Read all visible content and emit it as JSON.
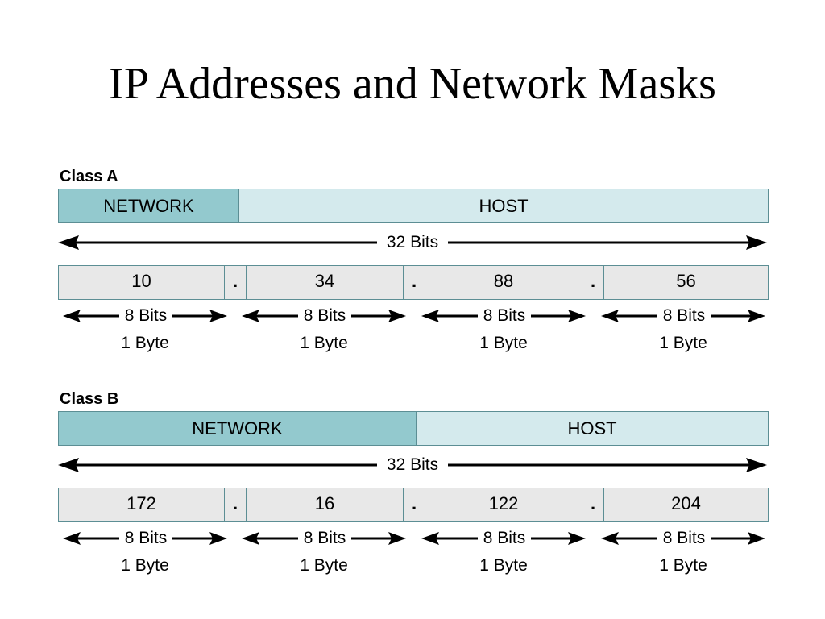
{
  "title": "IP Addresses and Network Masks",
  "classes": [
    {
      "label": "Class A",
      "network_label": "NETWORK",
      "host_label": "HOST",
      "network_octets": 1,
      "span_label": "32 Bits",
      "octets": [
        "10",
        "34",
        "88",
        "56"
      ],
      "dot": ".",
      "bits_label": "8 Bits",
      "byte_label": "1 Byte"
    },
    {
      "label": "Class B",
      "network_label": "NETWORK",
      "host_label": "HOST",
      "network_octets": 2,
      "span_label": "32 Bits",
      "octets": [
        "172",
        "16",
        "122",
        "204"
      ],
      "dot": ".",
      "bits_label": "8 Bits",
      "byte_label": "1 Byte"
    }
  ],
  "colors": {
    "network_fill": "#93c9ce",
    "host_fill": "#d4eaed",
    "octet_fill": "#e8e8e8",
    "border": "#5c8e94"
  }
}
